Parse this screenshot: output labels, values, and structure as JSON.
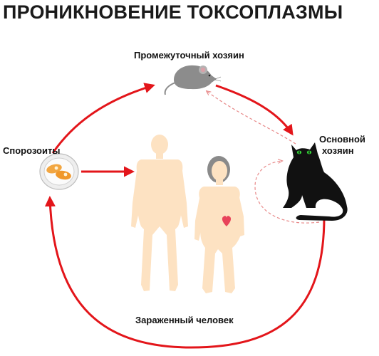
{
  "title": "ПРОНИКНОВЕНИЕ ТОКСОПЛАЗМЫ",
  "labels": {
    "intermediate_host": "Промежуточный хозяин",
    "sporozoites": "Спорозоиты",
    "definitive_host_line1": "Основной",
    "definitive_host_line2": "хозяин",
    "infected_human": "Зараженный человек"
  },
  "icons": {
    "mouse": "mouse-icon",
    "cat": "cat-icon",
    "sporozoite": "sporozoite-cell-icon",
    "man": "man-figure-icon",
    "woman": "pregnant-woman-figure-icon",
    "fetus": "fetus-heart-icon"
  },
  "colors": {
    "arrow": "#e3151a",
    "dashed_arrow": "#e88a8a",
    "skin": "#fde2c2",
    "cat": "#111111",
    "cat_eyes": "#36d13a",
    "mouse": "#8c8c8c",
    "fetus": "#e8435a"
  }
}
